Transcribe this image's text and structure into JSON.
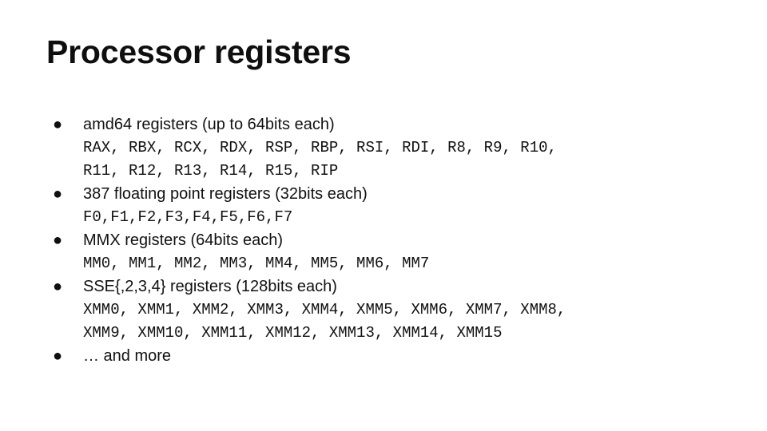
{
  "slide": {
    "title": "Processor registers",
    "background_color": "#ffffff",
    "text_color": "#111111",
    "bullet_glyph": "●",
    "bullets": [
      {
        "heading": "amd64 registers (up to 64bits each)",
        "code_lines": [
          "RAX, RBX, RCX, RDX, RSP, RBP, RSI, RDI, R8, R9, R10,",
          "R11, R12, R13, R14, R15, RIP"
        ]
      },
      {
        "heading": "387 floating point registers (32bits each)",
        "code_lines": [
          "F0,F1,F2,F3,F4,F5,F6,F7"
        ]
      },
      {
        "heading": "MMX registers (64bits each)",
        "code_lines": [
          "MM0, MM1, MM2, MM3, MM4, MM5, MM6, MM7"
        ]
      },
      {
        "heading": "SSE{,2,3,4} registers (128bits each)",
        "code_lines": [
          "XMM0, XMM1, XMM2, XMM3, XMM4, XMM5, XMM6, XMM7, XMM8,",
          "XMM9, XMM10, XMM11, XMM12, XMM13, XMM14, XMM15"
        ]
      },
      {
        "heading": "… and more",
        "code_lines": []
      }
    ]
  }
}
